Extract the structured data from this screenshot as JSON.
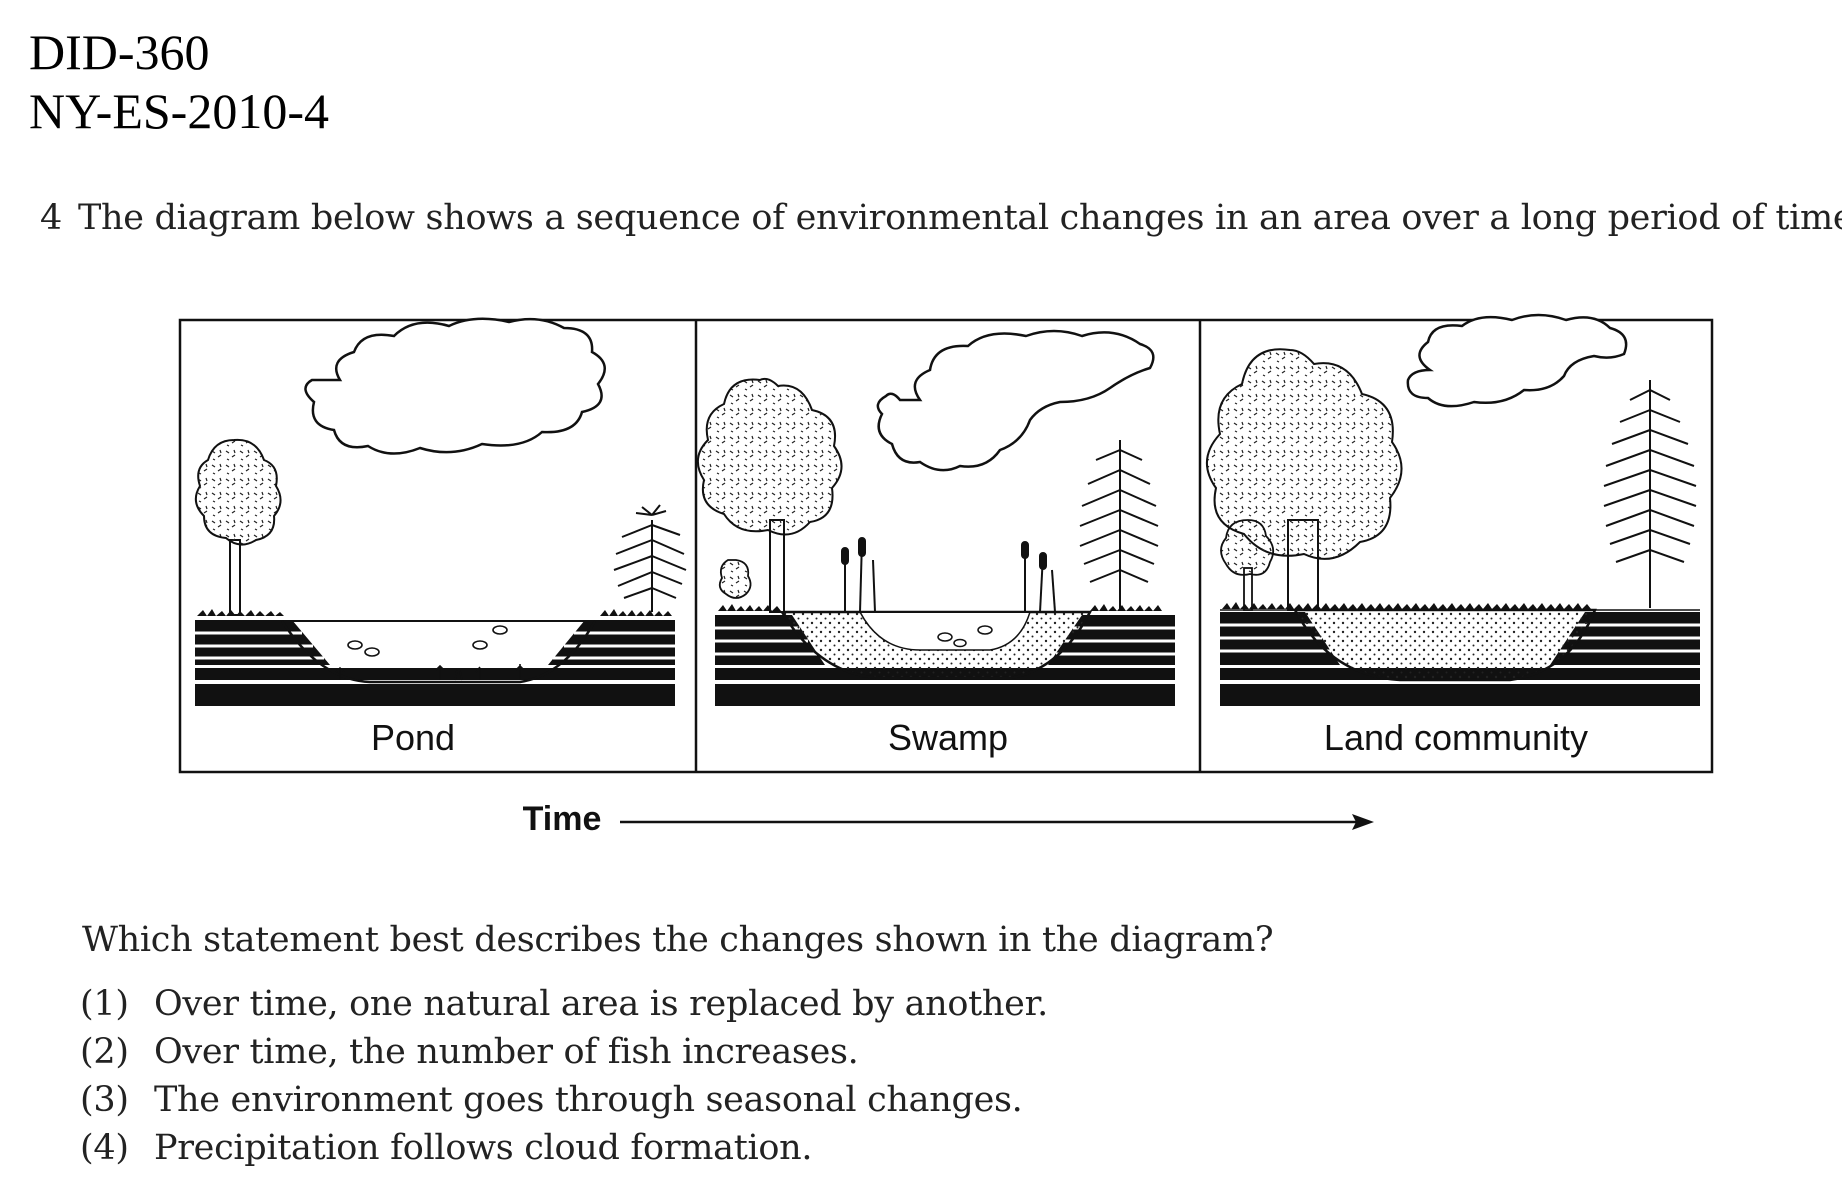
{
  "document": {
    "id": "DID-360",
    "source": "NY-ES-2010-4"
  },
  "question": {
    "number": "4",
    "text": "The diagram below shows a sequence of environmental changes in an area over a long period of time."
  },
  "diagram": {
    "panels": [
      {
        "label": "Pond"
      },
      {
        "label": "Swamp"
      },
      {
        "label": "Land community"
      }
    ],
    "axis_label": "Time"
  },
  "prompt": "Which statement best describes the changes shown in the diagram?",
  "options": [
    {
      "num": "(1)",
      "text": "Over time, one natural area is replaced by another."
    },
    {
      "num": "(2)",
      "text": "Over time, the number of fish increases."
    },
    {
      "num": "(3)",
      "text": "The environment goes through seasonal changes."
    },
    {
      "num": "(4)",
      "text": "Precipitation follows cloud formation."
    }
  ]
}
